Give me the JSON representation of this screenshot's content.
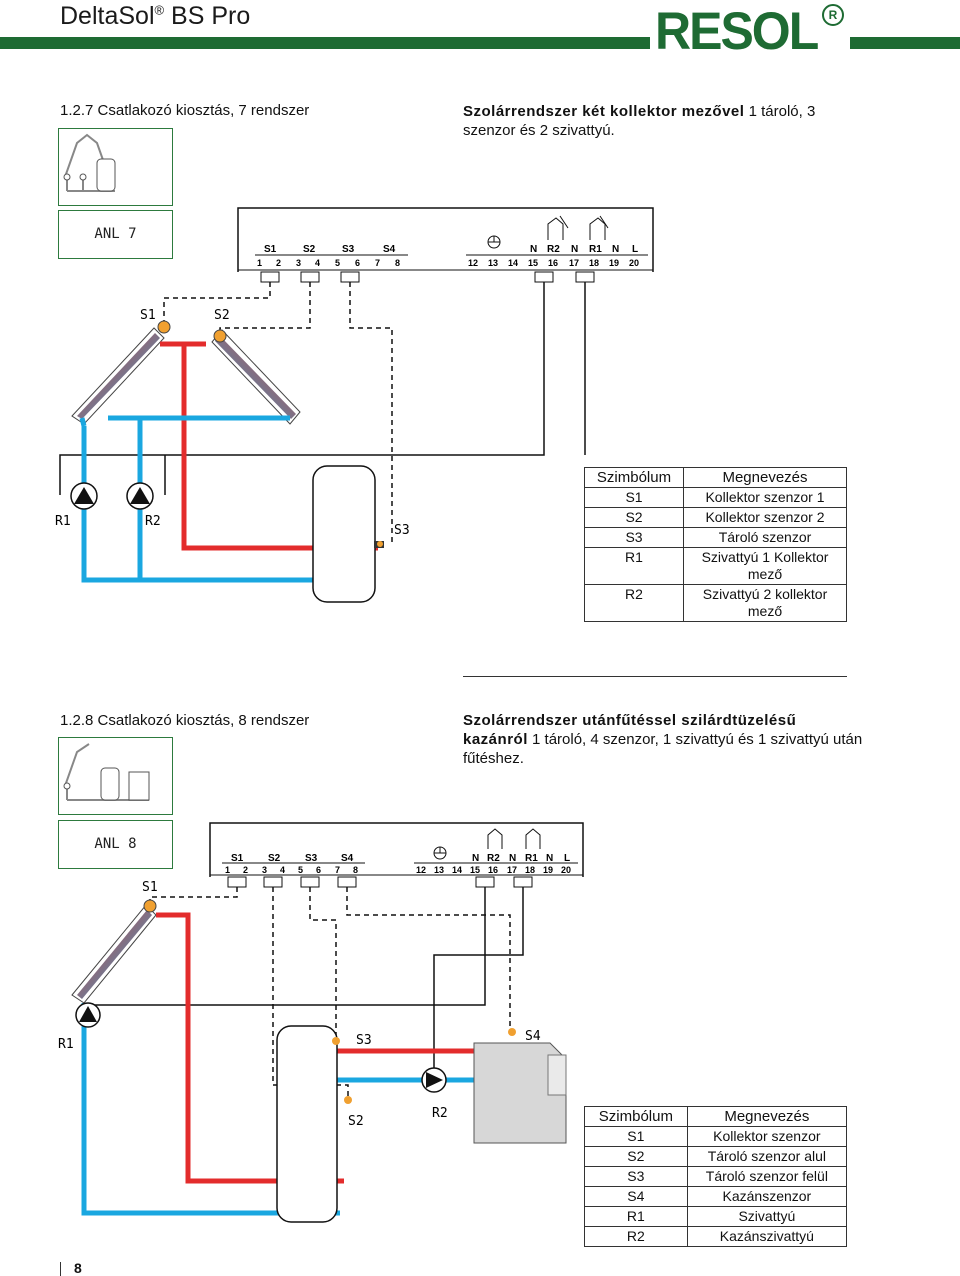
{
  "header": {
    "product": "DeltaSol",
    "reg": "®",
    "product_suffix": " BS Pro",
    "brand": "RESOL"
  },
  "section7": {
    "number_title": "1.2.7  Csatlakozó kiosztás, 7 rendszer",
    "desc_bold": "Szolárrendszer két kollektor mezővel",
    "desc_rest": " 1 tároló, 3 szenzor és 2 szivattyú.",
    "anl": "ANL 7",
    "labels": {
      "s1": "S1",
      "s2": "S2",
      "s3": "S3",
      "r1": "R1",
      "r2": "R2"
    },
    "legend": {
      "headers": [
        "Szimbólum",
        "Megnevezés"
      ],
      "rows": [
        [
          "S1",
          "Kollektor szenzor 1"
        ],
        [
          "S2",
          "Kollektor szenzor 2"
        ],
        [
          "S3",
          "Tároló szenzor"
        ],
        [
          "R1",
          "Szivattyú 1 Kollektor mező"
        ],
        [
          "R2",
          "Szivattyú 2 kollektor mező"
        ]
      ]
    }
  },
  "section8": {
    "number_title": "1.2.8  Csatlakozó kiosztás, 8 rendszer",
    "desc_bold": "Szolárrendszer utánfűtéssel szilárdtüzelésű kazánról",
    "desc_rest": " 1 tároló, 4 szenzor, 1 szivattyú és 1 szivattyú után fűtéshez.",
    "anl": "ANL 8",
    "labels": {
      "s1": "S1",
      "s2": "S2",
      "s3": "S3",
      "s4": "S4",
      "r1": "R1",
      "r2": "R2"
    },
    "legend": {
      "headers": [
        "Szimbólum",
        "Megnevezés"
      ],
      "rows": [
        [
          "S1",
          "Kollektor szenzor"
        ],
        [
          "S2",
          "Tároló szenzor alul"
        ],
        [
          "S3",
          "Tároló szenzor felül"
        ],
        [
          "S4",
          "Kazánszenzor"
        ],
        [
          "R1",
          "Szivattyú"
        ],
        [
          "R2",
          "Kazánszivattyú"
        ]
      ]
    }
  },
  "terminal": {
    "groups": [
      "S1",
      "S2",
      "S3",
      "S4"
    ],
    "numbers_left": [
      "1",
      "2",
      "3",
      "4",
      "5",
      "6",
      "7",
      "8"
    ],
    "numbers_right": [
      "12",
      "13",
      "14",
      "15",
      "16",
      "17",
      "18",
      "19",
      "20"
    ],
    "relay_labels": [
      "N",
      "R2",
      "N",
      "R1",
      "N",
      "L"
    ]
  },
  "footer": {
    "page": "8"
  },
  "colors": {
    "green": "#1e6b33",
    "hot": "#e32c2c",
    "cold": "#1aa7e0",
    "sensor": "#f0a030"
  }
}
